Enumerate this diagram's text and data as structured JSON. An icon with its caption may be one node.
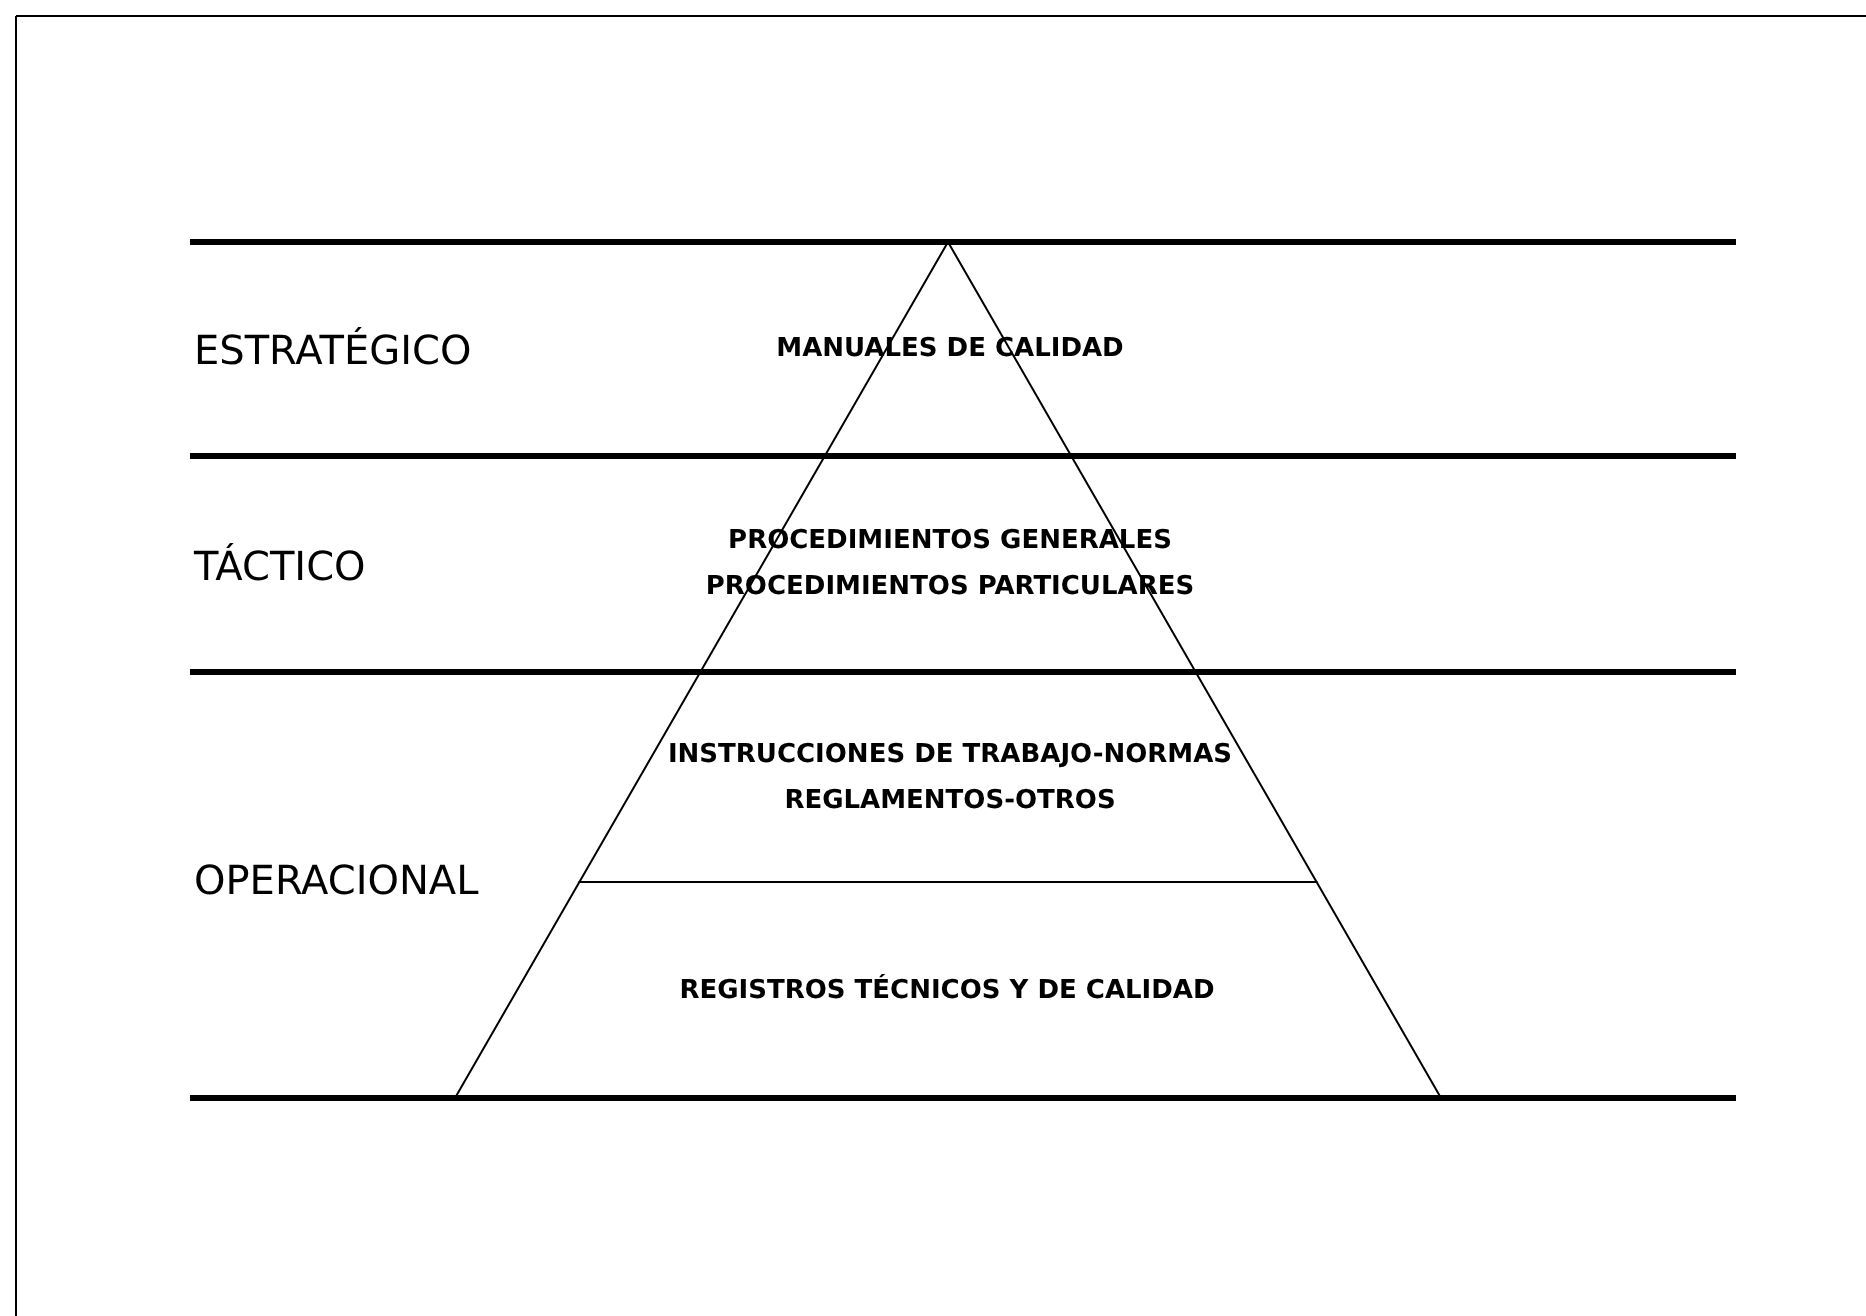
{
  "diagram": {
    "nodes": [
      {
        "text": [
          "MANUALES DE CALIDAD"
        ]
      },
      {
        "text": [
          "PROCEDIMIENTOS GENERALES",
          "PROCEDIMIENTOS PARTICULARES"
        ]
      },
      {
        "text": [
          "INSTRUCCIONES DE TRABAJO-NORMAS",
          "REGLAMENTOS-OTROS"
        ]
      },
      {
        "text": [
          "REGISTROS TÉCNICOS Y DE CALIDAD"
        ]
      }
    ],
    "edges": [],
    "labels": [
      "ESTRATÉGICO",
      "TÁCTICO",
      "OPERACIONAL"
    ]
  }
}
